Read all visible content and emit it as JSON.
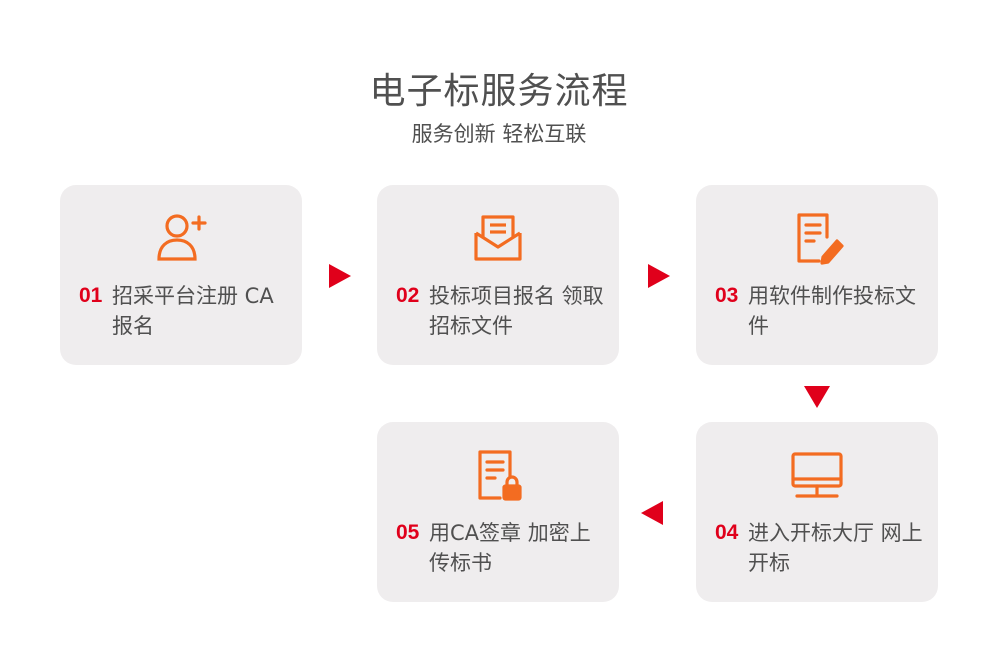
{
  "header": {
    "title": "电子标服务流程",
    "subtitle": "服务创新 轻松互联"
  },
  "steps": [
    {
      "num": "01",
      "label": "招采平台注册 CA 报名",
      "icon": "user-add-icon"
    },
    {
      "num": "02",
      "label": "投标项目报名 领取招标文件",
      "icon": "envelope-icon"
    },
    {
      "num": "03",
      "label": "用软件制作投标文件",
      "icon": "edit-document-icon"
    },
    {
      "num": "04",
      "label": "进入开标大厅 网上开标",
      "icon": "monitor-icon"
    },
    {
      "num": "05",
      "label": "用CA签章 加密上传标书",
      "icon": "locked-document-icon"
    }
  ],
  "colors": {
    "accent": "#e0001b",
    "icon": "#f36c21",
    "card_bg": "#efedee",
    "text": "#505050"
  }
}
